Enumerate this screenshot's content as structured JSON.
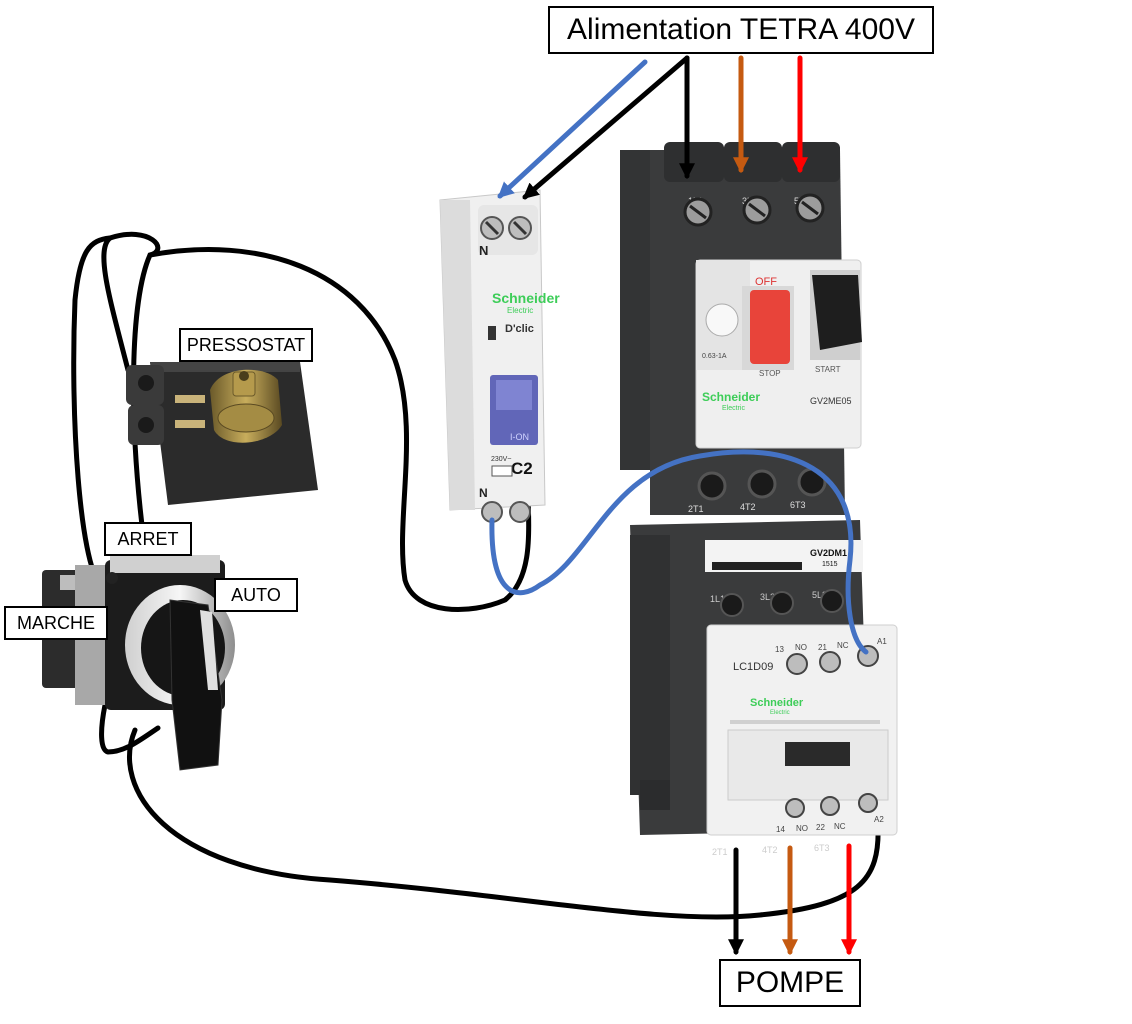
{
  "labels": {
    "supply": "Alimentation TETRA 400V",
    "pump": "POMPE",
    "pressure_switch": "PRESSOSTAT",
    "stop": "ARRET",
    "auto": "AUTO",
    "run": "MARCHE"
  },
  "breaker": {
    "brand": "Schneider",
    "brand_sub": "Electric",
    "model": "D'clic",
    "rating": "C2",
    "terminal_n": "N",
    "voltage": "230V~"
  },
  "motor_breaker": {
    "brand": "Schneider",
    "brand_sub": "Electric",
    "off_label": "OFF",
    "stop_label": "STOP",
    "start_label": "START",
    "model": "GV2ME05",
    "terminals_top": [
      "1L1",
      "3L2",
      "5L3"
    ],
    "terminals_bottom": [
      "2T1",
      "4T2",
      "6T3"
    ],
    "setting": "0.63-1A"
  },
  "adapter": {
    "model": "GV2DM1",
    "sub": "1515"
  },
  "contactor": {
    "brand": "Schneider",
    "brand_sub": "Electric",
    "model": "LC1D09",
    "aux_top": [
      "13",
      "NO",
      "21",
      "NC",
      "A1"
    ],
    "aux_bottom": [
      "14",
      "NO",
      "22",
      "NC",
      "A2"
    ],
    "terminals_top": [
      "1L1",
      "3L2",
      "5L3"
    ],
    "terminals_bottom": [
      "2T1",
      "4T2",
      "6T3"
    ]
  },
  "colors": {
    "wire_black": "#000000",
    "wire_blue": "#4472C4",
    "wire_orange": "#C55A11",
    "wire_red": "#FF0000",
    "device_dark": "#3a3b3c",
    "device_light": "#eeeeee",
    "schneider_green": "#3dcd58",
    "stop_red": "#e8443a"
  }
}
